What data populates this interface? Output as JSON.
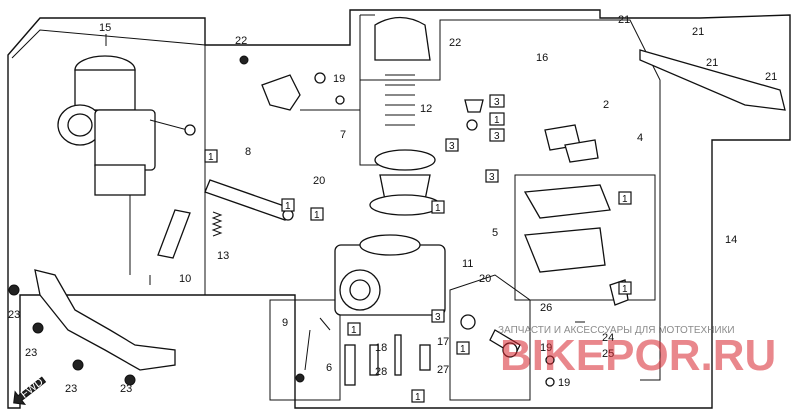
{
  "diagram": {
    "callouts": {
      "c1": "1",
      "c2": "2",
      "c3": "3",
      "c4": "4",
      "c5": "5",
      "c6": "6",
      "c7": "7",
      "c8": "8",
      "c9": "9",
      "c10": "10",
      "c11": "11",
      "c12": "12",
      "c13": "13",
      "c14": "14",
      "c15": "15",
      "c16": "16",
      "c17": "17",
      "c18": "18",
      "c19": "19",
      "c20": "20",
      "c21": "21",
      "c22": "22",
      "c23": "23",
      "c24": "24",
      "c25": "25",
      "c26": "26",
      "c27": "27",
      "c28": "28"
    },
    "direction": "FWD"
  },
  "watermark": {
    "caption": "ЗАПЧАСТИ И АКСЕССУАРЫ ДЛЯ МОТОТЕХНИКИ",
    "brand": "BIKEPOR.RU"
  }
}
